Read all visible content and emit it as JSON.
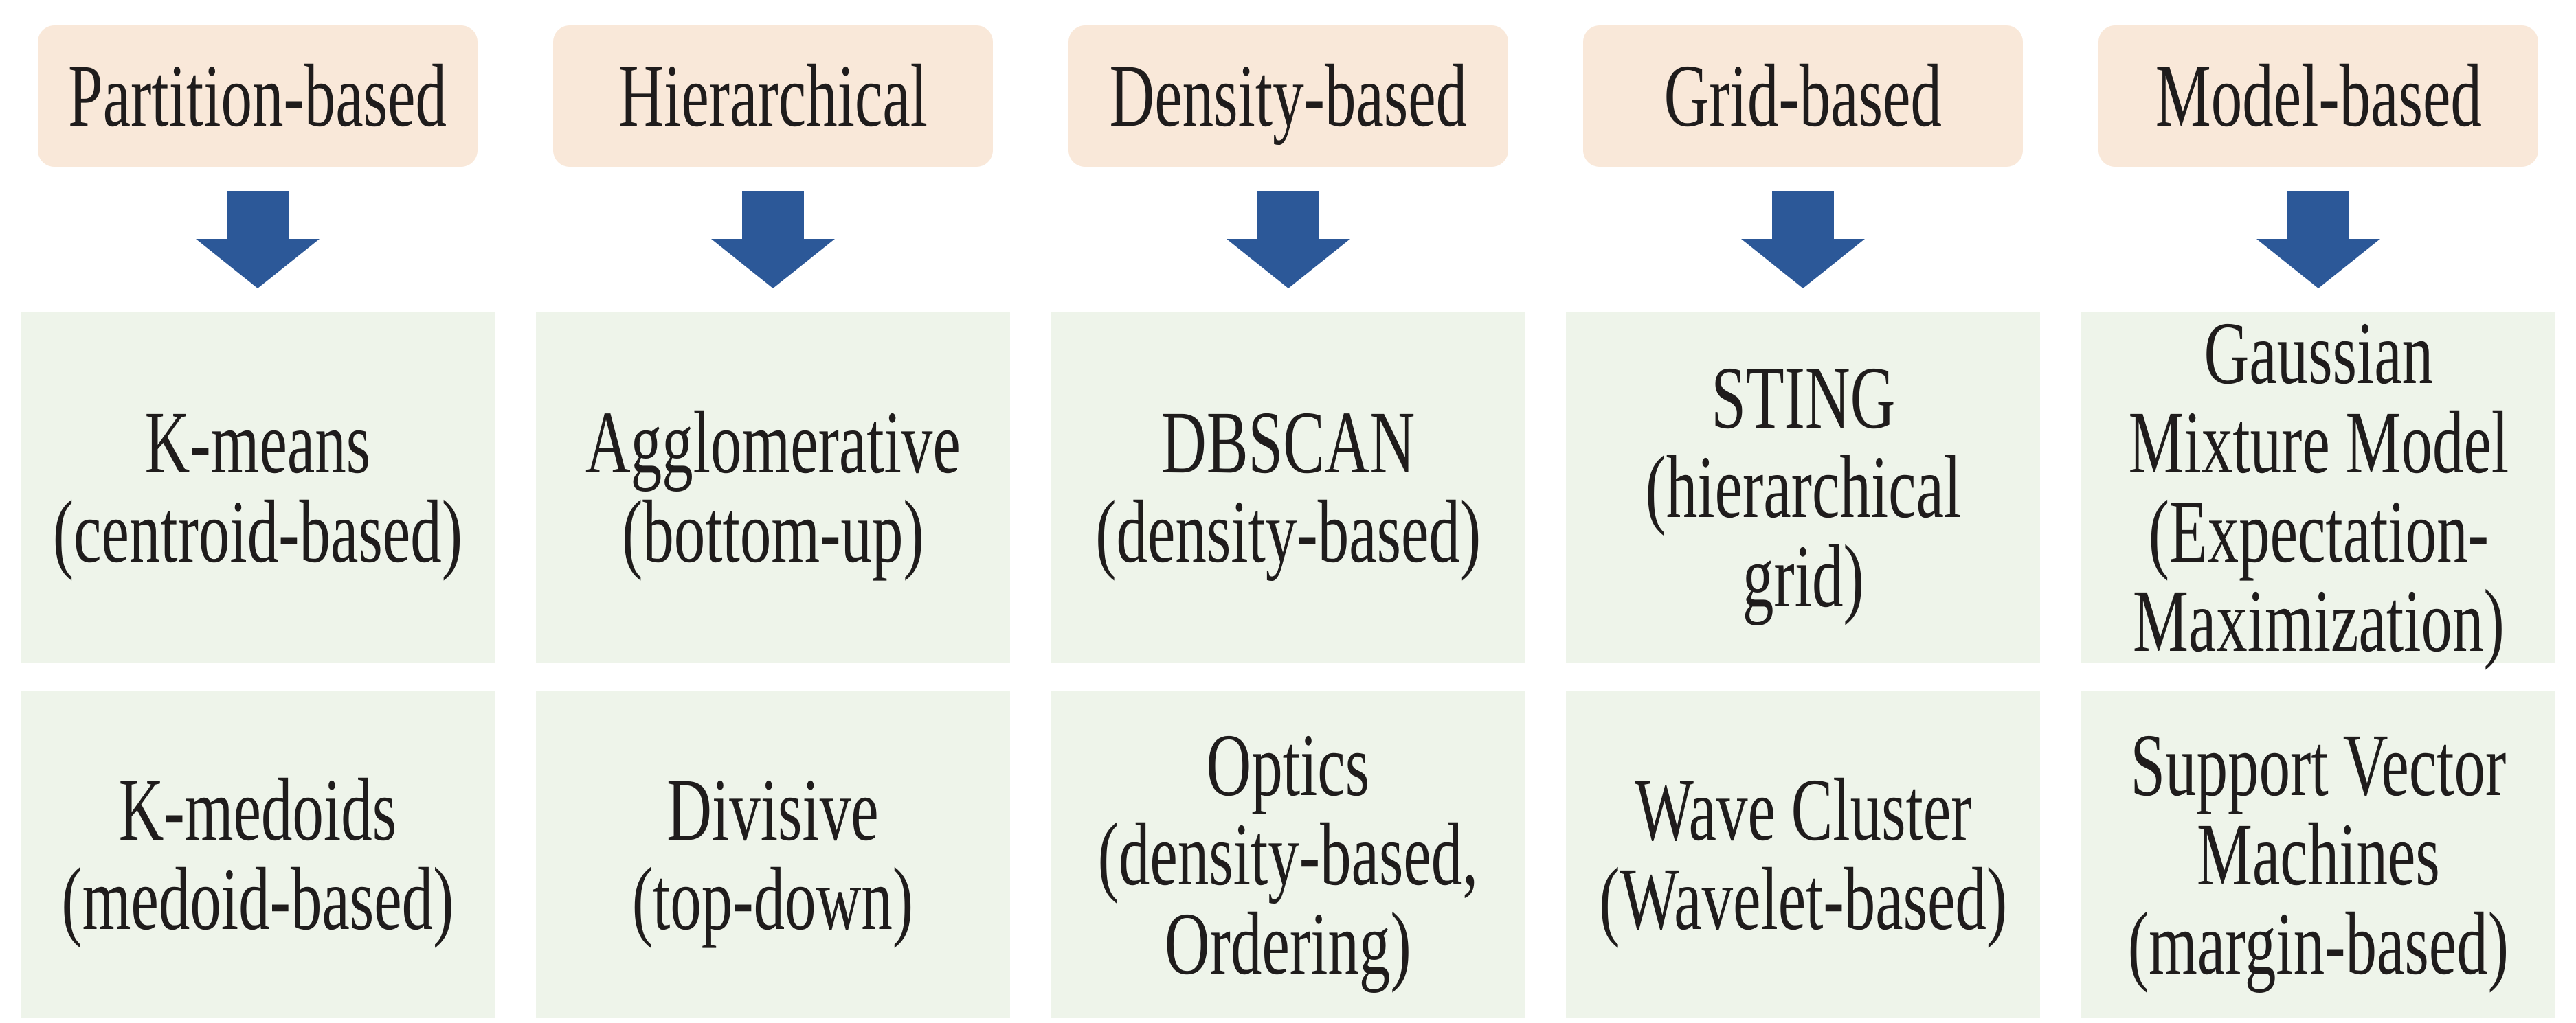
{
  "colors": {
    "header_bg": "#f9e8d9",
    "box_bg": "#eef4ea",
    "arrow": "#2c5898",
    "text": "#1f1c1c"
  },
  "columns": [
    {
      "header": "Partition-based",
      "algorithms": [
        "K-means\n(centroid-based)",
        "K-medoids\n(medoid-based)"
      ]
    },
    {
      "header": "Hierarchical",
      "algorithms": [
        "Agglomerative\n(bottom-up)",
        "Divisive\n(top-down)"
      ]
    },
    {
      "header": "Density-based",
      "algorithms": [
        "DBSCAN\n(density-based)",
        "Optics\n(density-based,\nOrdering)"
      ]
    },
    {
      "header": "Grid-based",
      "algorithms": [
        "STING\n(hierarchical\ngrid)",
        "Wave Cluster\n(Wavelet-based)"
      ]
    },
    {
      "header": "Model-based",
      "algorithms": [
        "Gaussian\nMixture Model\n(Expectation-\nMaximization)",
        "Support Vector\nMachines\n(margin-based)"
      ]
    }
  ]
}
